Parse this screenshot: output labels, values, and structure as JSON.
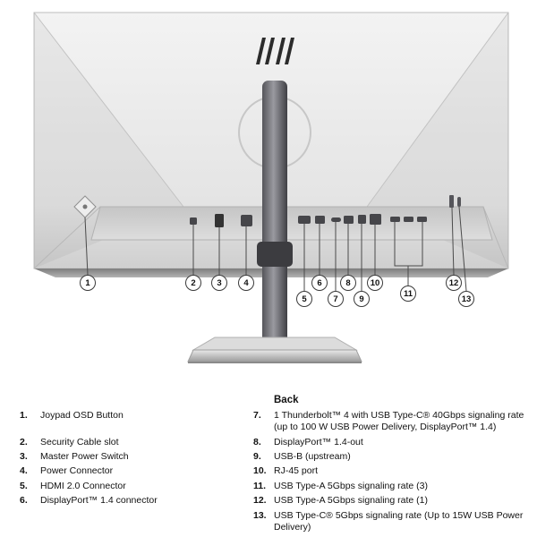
{
  "diagram": {
    "title": "Monitor rear view with numbered callouts",
    "icons": {
      "logo": "hp-logo",
      "joypad": "joypad-diamond-icon"
    },
    "colors": {
      "panel": "#e6e6e6",
      "stand_column": "#55555a",
      "callout_stroke": "#3a3a3a"
    },
    "callouts": [
      "1",
      "2",
      "3",
      "4",
      "5",
      "6",
      "7",
      "8",
      "9",
      "10",
      "11",
      "12",
      "13"
    ]
  },
  "legend": {
    "title": "Back",
    "left_items": [
      {
        "num": "1.",
        "label": "Joypad OSD Button"
      },
      {
        "num": "2.",
        "label": "Security Cable slot"
      },
      {
        "num": "3.",
        "label": "Master Power Switch"
      },
      {
        "num": "4.",
        "label": "Power Connector"
      },
      {
        "num": "5.",
        "label": "HDMI 2.0 Connector"
      },
      {
        "num": "6.",
        "label": "DisplayPort™ 1.4 connector"
      }
    ],
    "right_items": [
      {
        "num": "7.",
        "label": "1 Thunderbolt™ 4 with USB Type-C® 40Gbps signaling rate (up to 100 W USB Power Delivery, DisplayPort™ 1.4)"
      },
      {
        "num": "8.",
        "label": "DisplayPort™ 1.4-out"
      },
      {
        "num": "9.",
        "label": "USB-B (upstream)"
      },
      {
        "num": "10.",
        "label": "RJ-45 port"
      },
      {
        "num": "11.",
        "label": "USB Type-A 5Gbps signaling rate (3)"
      },
      {
        "num": "12.",
        "label": "USB Type-A 5Gbps signaling rate (1)"
      },
      {
        "num": "13.",
        "label": "USB Type-C® 5Gbps signaling rate (Up to 15W USB Power Delivery)"
      }
    ]
  }
}
